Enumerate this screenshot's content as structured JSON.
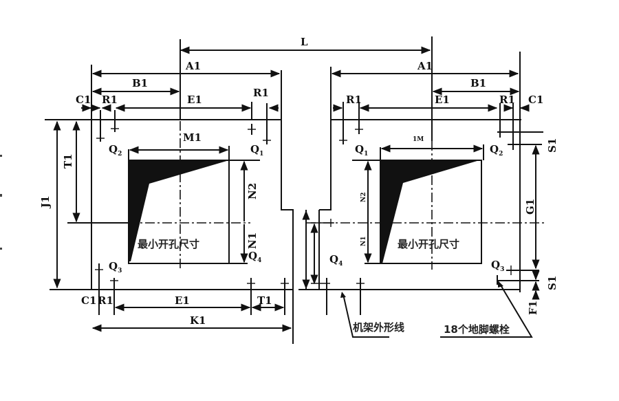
{
  "diagram": {
    "type": "foundation-mounting-dimension-drawing",
    "top_labels": {
      "L": "L",
      "A1_left": "A1",
      "A1_right": "A1",
      "B1_left": "B1",
      "B1_right": "B1",
      "C1_left": "C1",
      "C1_right": "C1",
      "R1_left_a": "R1",
      "R1_left_b": "R1",
      "R1_right_a": "R1",
      "R1_right_b": "R1",
      "E1_left": "E1",
      "E1_right": "E1"
    },
    "left_panel": {
      "M1": "M1",
      "N1": "N1",
      "N2": "N2",
      "T1_vertical": "T1",
      "J1": "J1",
      "Q1": "Q",
      "Q1_sub": "1",
      "Q2": "Q",
      "Q2_sub": "2",
      "Q3": "Q",
      "Q3_sub": "3",
      "Q4": "Q",
      "Q4_sub": "4",
      "opening_label": "最小开孔尺寸",
      "bottom_C1": "C1",
      "bottom_R1": "R1",
      "bottom_E1": "E1",
      "bottom_T1": "T1",
      "K1": "K1"
    },
    "right_panel": {
      "M1": "1M",
      "N1": "N1",
      "N2": "N2",
      "G1": "G1",
      "S1_top": "S1",
      "S1_bottom": "S1",
      "F1": "F1",
      "Q1": "Q",
      "Q1_sub": "1",
      "Q2": "Q",
      "Q2_sub": "2",
      "Q3": "Q",
      "Q3_sub": "3",
      "Q4": "Q",
      "Q4_sub": "4",
      "opening_label": "最小开孔尺寸"
    },
    "callouts": {
      "frame_outline": "机架外形线",
      "anchor_bolts": "18个地脚螺栓"
    },
    "colors": {
      "line": "#111111",
      "background": "#ffffff"
    }
  }
}
